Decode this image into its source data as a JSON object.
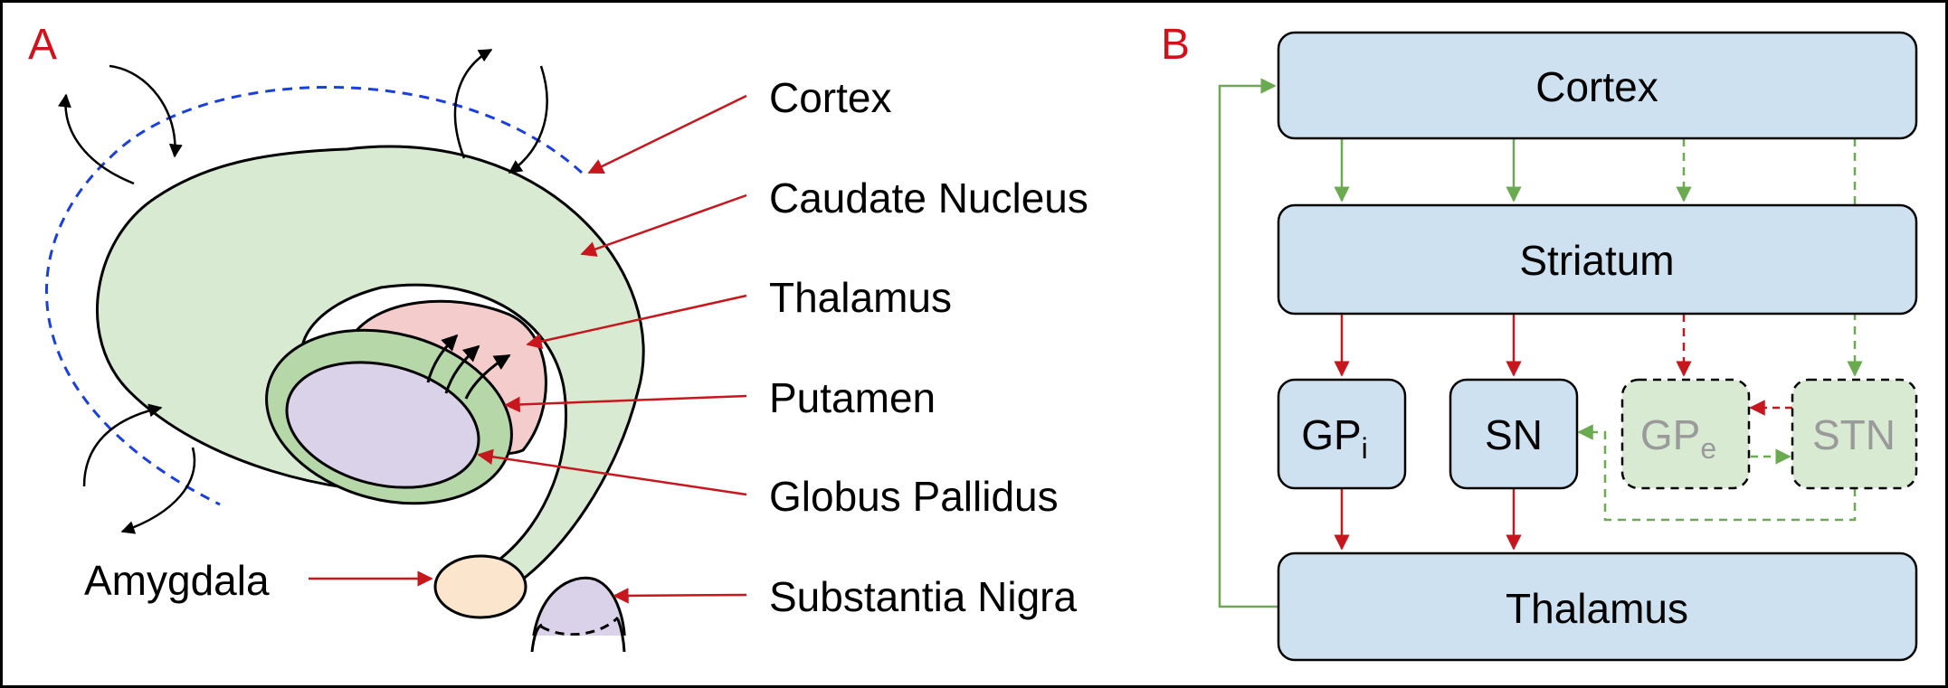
{
  "panels": {
    "left": "A",
    "right": "B"
  },
  "anatomy_labels": {
    "cortex": "Cortex",
    "caudate": "Caudate Nucleus",
    "thalamus": "Thalamus",
    "putamen": "Putamen",
    "globus_pallidus": "Globus Pallidus",
    "amygdala": "Amygdala",
    "substantia_nigra": "Substantia Nigra"
  },
  "circuit_boxes": {
    "cortex": "Cortex",
    "striatum": "Striatum",
    "gpi": {
      "base": "GP",
      "sub": "i"
    },
    "sn": "SN",
    "gpe": {
      "base": "GP",
      "sub": "e"
    },
    "stn": "STN",
    "thalamus": "Thalamus"
  },
  "colors": {
    "excitatory": "#6aab4f",
    "inhibitory": "#c8161d",
    "box_fill": "#cde1f1",
    "indirect_fill": "#d9ead3",
    "caudate_fill": "#d9ead3",
    "thalamus_fill": "#f4cccc",
    "pallidus_fill": "#b6d7a8",
    "putamen_fill": "#d9d2e9",
    "amygdala_fill": "#fce5cd",
    "cortex_outline": "#1a3fe0"
  }
}
